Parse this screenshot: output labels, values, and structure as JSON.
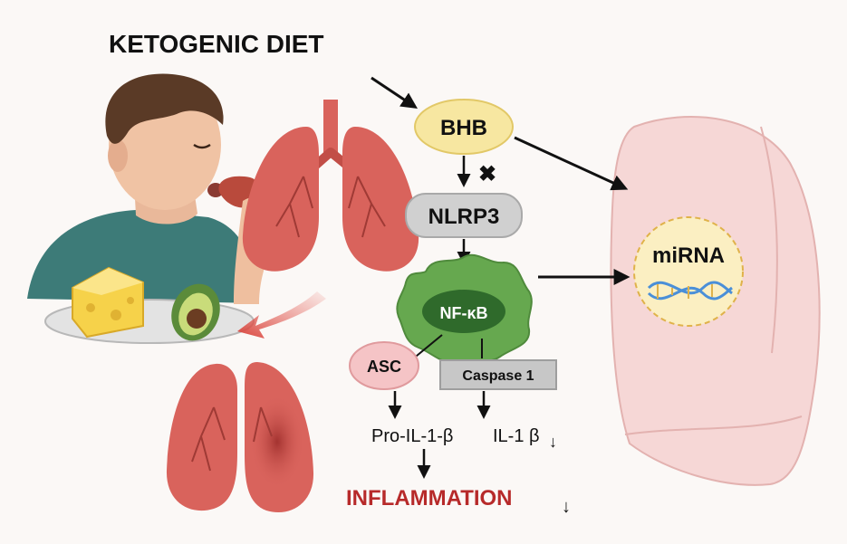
{
  "title": "KETOGENIC DIET",
  "nodes": {
    "bhb": "BHB",
    "nlrp3": "NLRP3",
    "nfkb": "NF-κB",
    "asc": "ASC",
    "caspase": "Caspase 1",
    "mirna": "miRNA"
  },
  "products": {
    "pro_il": "Pro-IL-1-β",
    "il": "IL-1 β"
  },
  "outcome": "INFLAMMATION",
  "symbols": {
    "down": "↓",
    "inhibit": "✖"
  },
  "colors": {
    "bhb_fill": "#f7e7a1",
    "nlrp3_fill": "#d0d0d0",
    "nfkb_outer": "#66a84f",
    "nfkb_inner": "#2f6a2b",
    "asc_fill": "#f5c4c6",
    "caspase_fill": "#c7c7c7",
    "lung_red": "#d9635c",
    "lung_pink": "#f6d7d6",
    "inflammation_red": "#b72a2a",
    "shirt": "#3d7b78",
    "dna_blue": "#4a8fd8"
  }
}
